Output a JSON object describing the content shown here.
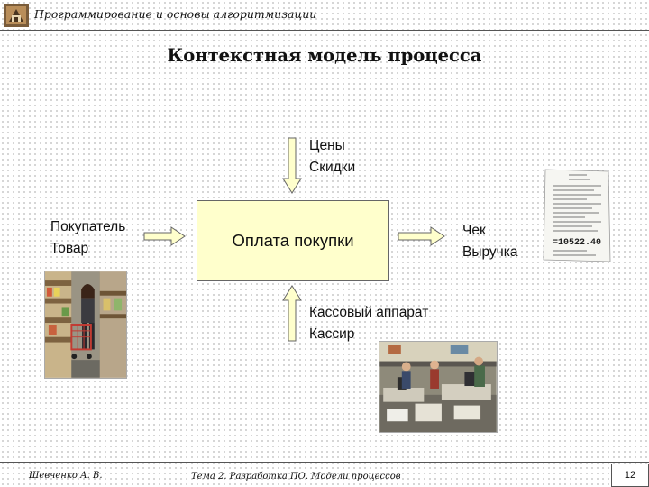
{
  "header": {
    "title": "Программирование и основы алгоритмизации"
  },
  "slide": {
    "title": "Контекстная модель процесса"
  },
  "diagram": {
    "process": "Оплата покупки",
    "controls": [
      "Цены",
      "Скидки"
    ],
    "inputs": [
      "Покупатель",
      "Товар"
    ],
    "outputs": [
      "Чек",
      "Выручка"
    ],
    "mechanisms": [
      "Кассовый аппарат",
      "Кассир"
    ]
  },
  "receipt": {
    "total": "=10522.40"
  },
  "footer": {
    "author": "Шевченко А. В.",
    "topic": "Тема 2. Разработка ПО. Модели процессов",
    "page": "12"
  },
  "colors": {
    "process_fill": "#ffffcc",
    "arrow_fill": "#ffffcc",
    "arrow_stroke": "#666666"
  }
}
